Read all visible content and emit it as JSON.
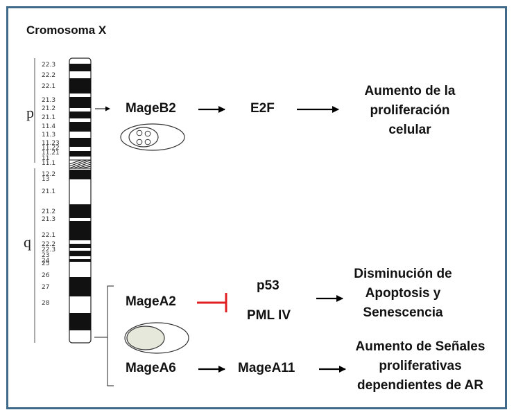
{
  "title": "Cromosoma X",
  "arms": {
    "p": "p",
    "q": "q"
  },
  "bands": [
    "22.3",
    "22.2",
    "22.1",
    "21.3",
    "21.2",
    "21.1",
    "11.4",
    "11.3",
    "11.23",
    "11.22",
    "11.21",
    "11",
    "11.1",
    "12.2",
    "13",
    "21.1",
    "21.2",
    "21.3",
    "22.1",
    "22.2",
    "22.3",
    "23",
    "24",
    "25",
    "26",
    "27",
    "28"
  ],
  "genes": {
    "mageb2": "MageB2",
    "e2f": "E2F",
    "magea2": "MageA2",
    "p53": "p53",
    "pml": "PML IV",
    "magea6": "MageA6",
    "magea11": "MageA11"
  },
  "outcomes": {
    "proliferation": [
      "Aumento de la",
      "proliferación",
      "celular"
    ],
    "apoptosis": [
      "Disminución de",
      "Apoptosis y",
      "Senescencia"
    ],
    "signals": [
      "Aumento de Señales",
      "proliferativas",
      "dependientes de AR"
    ]
  },
  "colors": {
    "inhibit": "#e02020",
    "border": "#3f6a8a",
    "arrow": "#000000"
  }
}
